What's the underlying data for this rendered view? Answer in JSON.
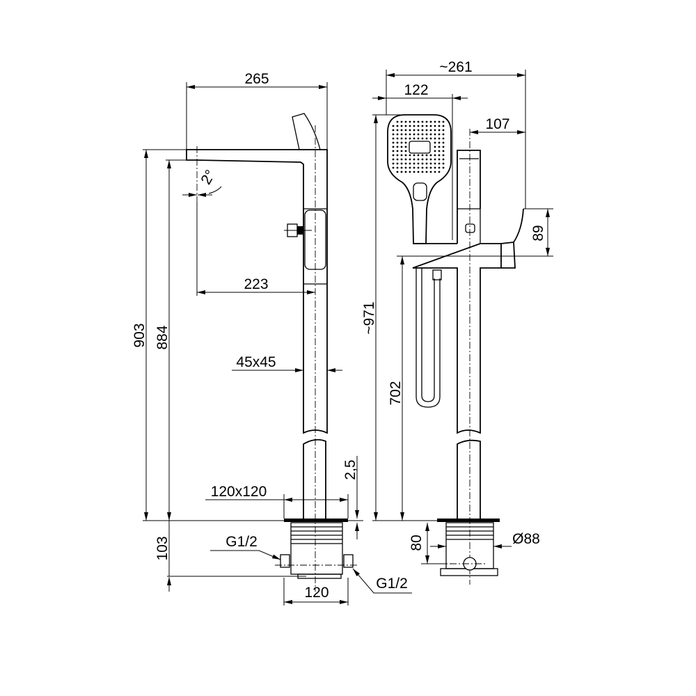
{
  "drawing": {
    "side_view": {
      "dims": {
        "spout_length": "265",
        "spout_angle": "2°",
        "spout_reach": "223",
        "total_height": "903",
        "outlet_height": "884",
        "column_section": "45x45",
        "base_plate": "120x120",
        "plate_thickness": "2,5",
        "install_depth": "103",
        "thread_left": "G1/2",
        "thread_right": "G1/2",
        "box_width": "120"
      }
    },
    "front_view": {
      "dims": {
        "total_width": "~261",
        "shower_head_width": "122",
        "lever_reach": "107",
        "lever_height": "89",
        "overall_height": "~971",
        "body_height": "702",
        "box_depth": "80",
        "box_diameter": "Ø88"
      }
    }
  }
}
